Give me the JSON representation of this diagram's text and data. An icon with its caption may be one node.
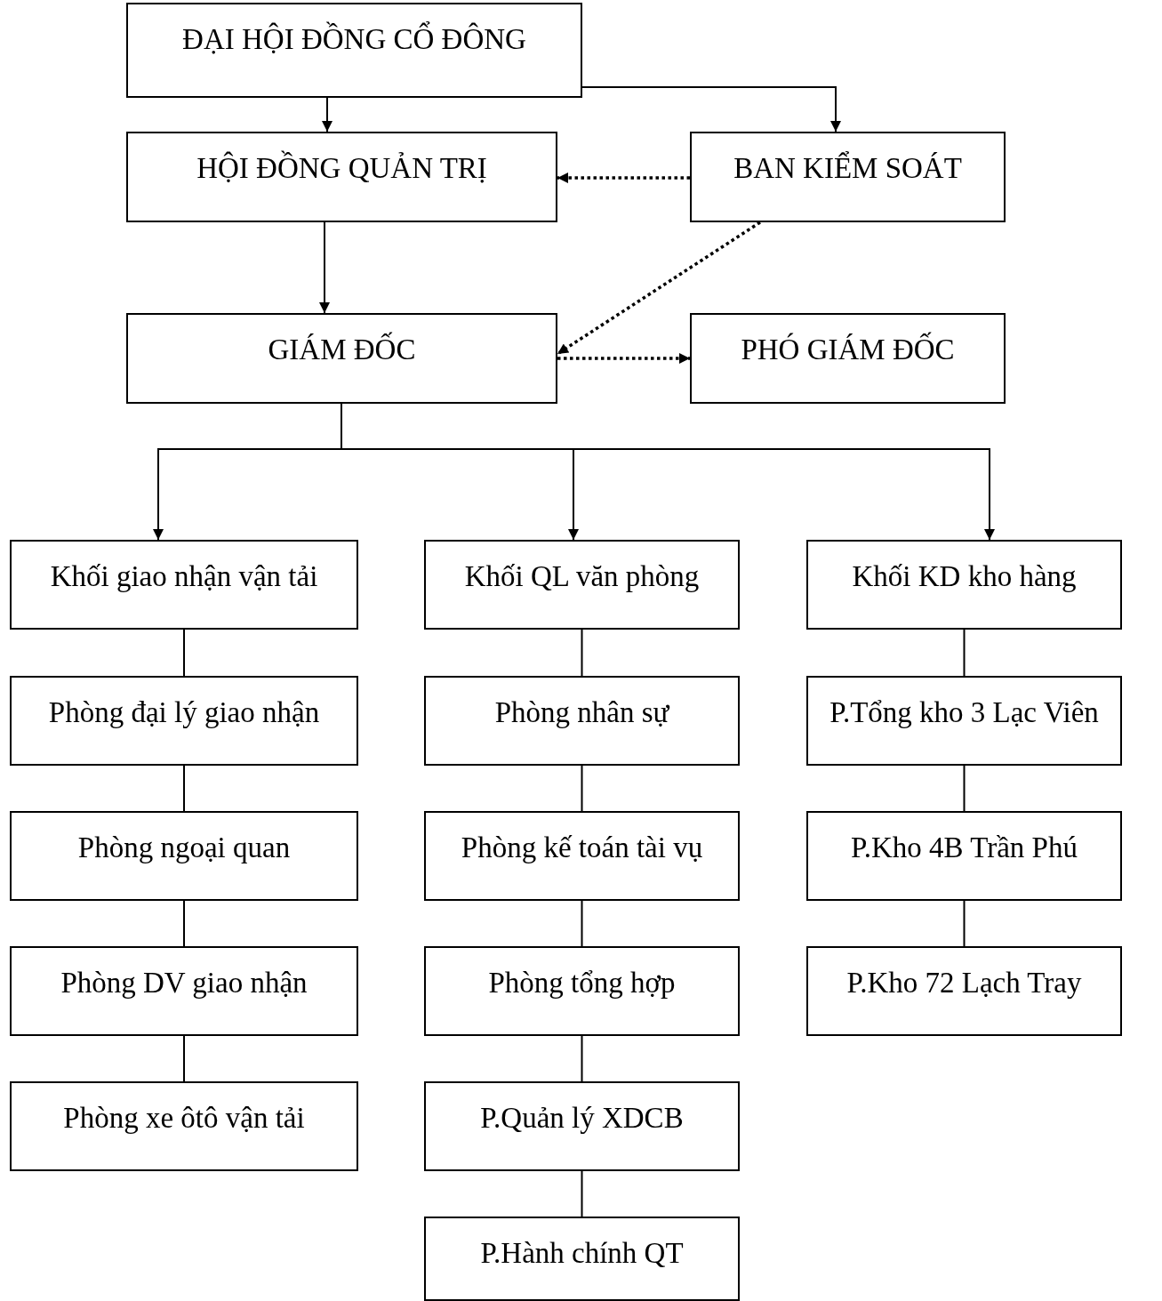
{
  "diagram": {
    "nodes": [
      {
        "text": [
          "ĐẠI HỘI ĐỒNG CỔ ĐÔNG"
        ]
      },
      {
        "text": [
          "HỘI ĐỒNG QUẢN TRỊ"
        ]
      },
      {
        "text": [
          "BAN KIỂM SOÁT"
        ]
      },
      {
        "text": [
          "GIÁM ĐỐC"
        ]
      },
      {
        "text": [
          "PHÓ GIÁM ĐỐC"
        ]
      },
      {
        "text": [
          "Khối giao nhận vận tải"
        ]
      },
      {
        "text": [
          "Khối QL văn phòng"
        ]
      },
      {
        "text": [
          "Khối KD kho hàng"
        ]
      },
      {
        "text": [
          "Phòng đại lý giao nhận"
        ]
      },
      {
        "text": [
          "Phòng ngoại quan"
        ]
      },
      {
        "text": [
          "Phòng DV giao nhận"
        ]
      },
      {
        "text": [
          "Phòng xe ôtô vận tải"
        ]
      },
      {
        "text": [
          "Phòng nhân sự"
        ]
      },
      {
        "text": [
          "Phòng kế toán tài vụ"
        ]
      },
      {
        "text": [
          "Phòng tổng hợp"
        ]
      },
      {
        "text": [
          "P.Quản lý XDCB"
        ]
      },
      {
        "text": [
          "P.Hành chính QT"
        ]
      },
      {
        "text": [
          "P.Tổng kho 3 Lạc Viên"
        ]
      },
      {
        "text": [
          "P.Kho 4B Trần Phú"
        ]
      },
      {
        "text": [
          "P.Kho 72 Lạch Tray"
        ]
      }
    ],
    "edges": [
      {
        "from": 0,
        "to": 1,
        "arrow": "to"
      },
      {
        "from": 0,
        "to": 2,
        "arrow": "to"
      },
      {
        "from": 2,
        "to": 1,
        "arrow": "to",
        "style": "dashed"
      },
      {
        "from": 2,
        "to": 3,
        "arrow": "to",
        "style": "dashed"
      },
      {
        "from": 3,
        "to": 4,
        "arrow": "to",
        "style": "dashed"
      },
      {
        "from": 1,
        "to": 3,
        "arrow": "to"
      },
      {
        "from": 3,
        "to": 5,
        "arrow": "to"
      },
      {
        "from": 3,
        "to": 6,
        "arrow": "to"
      },
      {
        "from": 3,
        "to": 7,
        "arrow": "to"
      },
      {
        "from": 5,
        "to": 8,
        "arrow": "none"
      },
      {
        "from": 8,
        "to": 9,
        "arrow": "none"
      },
      {
        "from": 9,
        "to": 10,
        "arrow": "none"
      },
      {
        "from": 10,
        "to": 11,
        "arrow": "none"
      },
      {
        "from": 6,
        "to": 12,
        "arrow": "none"
      },
      {
        "from": 12,
        "to": 13,
        "arrow": "none"
      },
      {
        "from": 13,
        "to": 14,
        "arrow": "none"
      },
      {
        "from": 14,
        "to": 15,
        "arrow": "none"
      },
      {
        "from": 15,
        "to": 16,
        "arrow": "none"
      },
      {
        "from": 7,
        "to": 17,
        "arrow": "none"
      },
      {
        "from": 17,
        "to": 18,
        "arrow": "none"
      },
      {
        "from": 18,
        "to": 19,
        "arrow": "none"
      }
    ]
  }
}
